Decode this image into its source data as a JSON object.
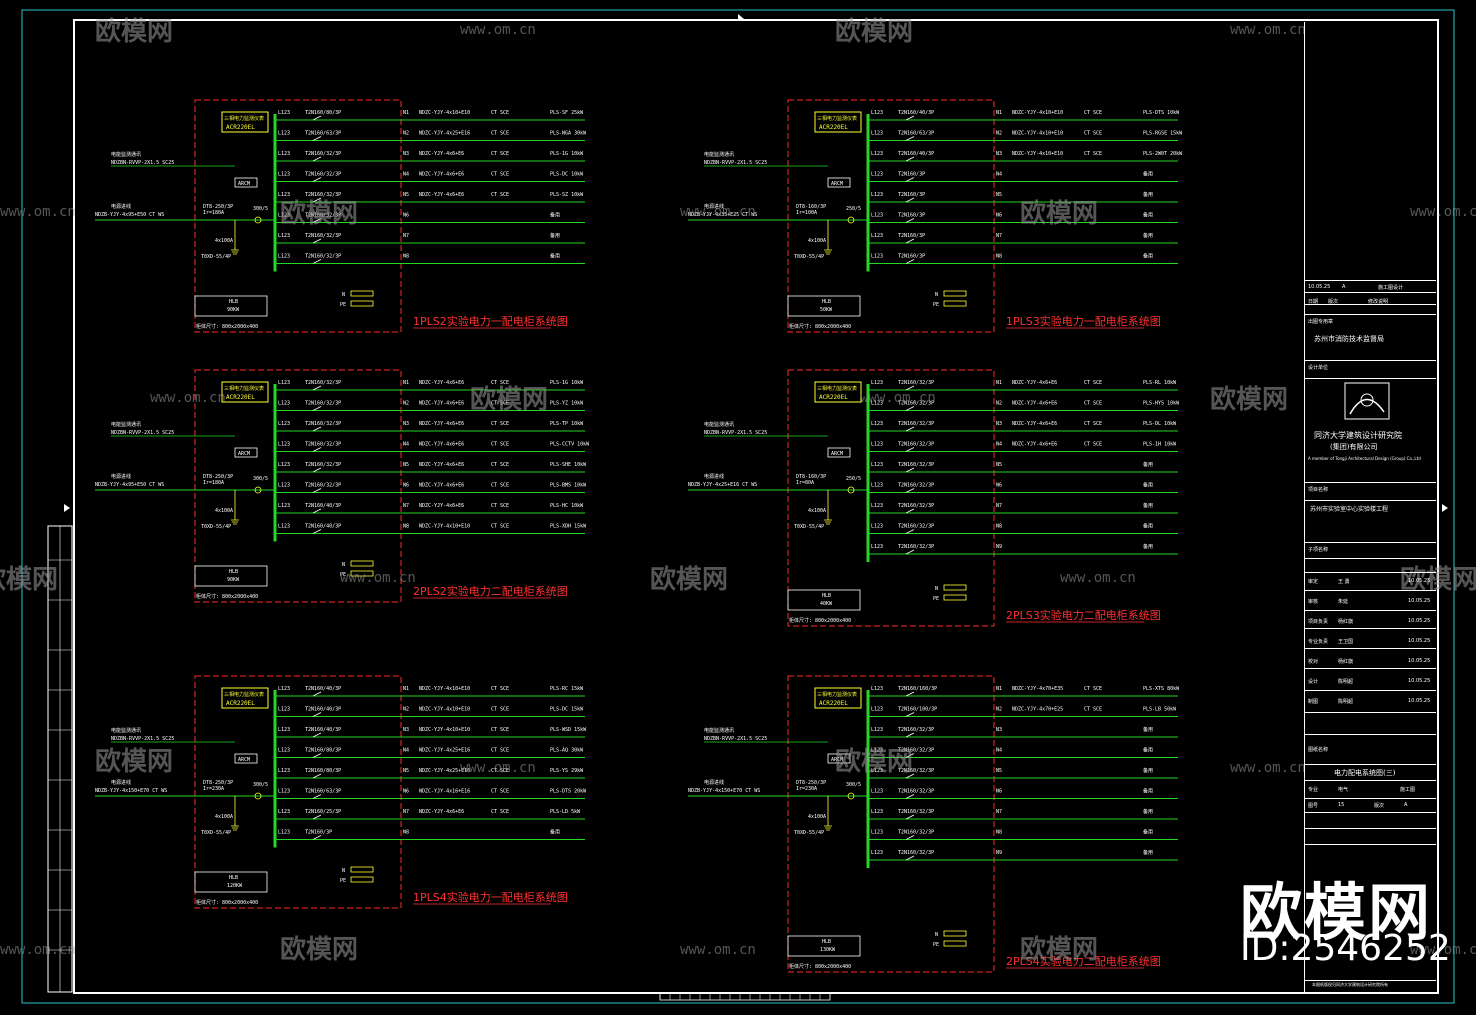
{
  "colors": {
    "background": "#000000",
    "panel_border": "#ff2a2a",
    "bus": "#22d822",
    "device": "#ffffff",
    "device_label": "#ffff33",
    "title_red": "#ff3030",
    "cyan_frame": "#29c3c9",
    "frame": "#ffffff",
    "watermark": "#9a9a9a"
  },
  "panels": [
    {
      "id": "1PLS2",
      "title": "1PLS2实验电力一配电柜系统图",
      "meter_box": "三相电力监测仪表",
      "meter_model": "ACR220EL",
      "cable_in_label": "电源进线",
      "cable_in": "NDZB-YJY-4x95+E50 CT WS",
      "control_label": "电能监测通讯",
      "control_cable": "NDZBN-RVVP-2X1.5 SC25",
      "main_breaker": "DT8-250/3P",
      "main_ir": "Ir=180A",
      "ct": "300/5",
      "fuse": "4x100A",
      "spd": "T0XD-55/4P",
      "arcm": "ARCM",
      "power": "90KW",
      "size_note": "柜体尺寸: 800x2000x400",
      "circuits": [
        {
          "phase": "L123",
          "breaker": "T2N160/80/3P",
          "n": "N1",
          "cable": "NDZC-YJY-4x10+E10",
          "conduit": "CT SCE",
          "load": "PLS-SF 25kW"
        },
        {
          "phase": "L123",
          "breaker": "T2N160/63/3P",
          "n": "N2",
          "cable": "NDZC-YJY-4x25+E16",
          "conduit": "CT SCE",
          "load": "PLS-NGA 30kW"
        },
        {
          "phase": "L123",
          "breaker": "T2N160/32/3P",
          "n": "N3",
          "cable": "NDZC-YJY-4x6+E6",
          "conduit": "CT SCE",
          "load": "PLS-1G 10kW"
        },
        {
          "phase": "L123",
          "breaker": "T2N160/32/3P",
          "n": "N4",
          "cable": "NDZC-YJY-4x6+E6",
          "conduit": "CT SCE",
          "load": "PLS-DC 10kW"
        },
        {
          "phase": "L123",
          "breaker": "T2N160/32/3P",
          "n": "N5",
          "cable": "NDZC-YJY-4x6+E6",
          "conduit": "CT SCE",
          "load": "PLS-SZ 10kW"
        },
        {
          "phase": "L123",
          "breaker": "T2N160/32/3P",
          "n": "N6",
          "cable": "",
          "conduit": "",
          "load": "备用"
        },
        {
          "phase": "L123",
          "breaker": "T2N160/32/3P",
          "n": "N7",
          "cable": "",
          "conduit": "",
          "load": "备用"
        },
        {
          "phase": "L123",
          "breaker": "T2N160/32/3P",
          "n": "N8",
          "cable": "",
          "conduit": "",
          "load": "备用"
        }
      ]
    },
    {
      "id": "1PLS3",
      "title": "1PLS3实验电力一配电柜系统图",
      "meter_box": "三相电力监测仪表",
      "meter_model": "ACR220EL",
      "cable_in_label": "电源进线",
      "cable_in": "NDZB-YJY-4x35+E25 CT WS",
      "control_label": "电能监测通讯",
      "control_cable": "NDZBN-RVVP-2X1.5 SC25",
      "main_breaker": "DT8-160/3P",
      "main_ir": "Ir=100A",
      "ct": "250/5",
      "fuse": "4x100A",
      "spd": "T0XD-55/4P",
      "arcm": "ARCM",
      "power": "50KW",
      "size_note": "柜体尺寸: 800x2000x400",
      "circuits": [
        {
          "phase": "L123",
          "breaker": "T2N160/40/3P",
          "n": "N1",
          "cable": "NDZC-YJY-4x10+E10",
          "conduit": "CT SCE",
          "load": "PLS-DTS 10kW"
        },
        {
          "phase": "L123",
          "breaker": "T2N160/63/3P",
          "n": "N2",
          "cable": "NDZC-YJY-4x10+E10",
          "conduit": "CT SCE",
          "load": "PLS-RGSE 15kW"
        },
        {
          "phase": "L123",
          "breaker": "T2N160/40/3P",
          "n": "N3",
          "cable": "NDZC-YJY-4x10+E10",
          "conduit": "CT SCE",
          "load": "PLS-2W0T 20kW"
        },
        {
          "phase": "L123",
          "breaker": "T2N160/3P",
          "n": "N4",
          "cable": "",
          "conduit": "",
          "load": "备用"
        },
        {
          "phase": "L123",
          "breaker": "T2N160/3P",
          "n": "N5",
          "cable": "",
          "conduit": "",
          "load": "备用"
        },
        {
          "phase": "L123",
          "breaker": "T2N160/3P",
          "n": "N6",
          "cable": "",
          "conduit": "",
          "load": "备用"
        },
        {
          "phase": "L123",
          "breaker": "T2N160/3P",
          "n": "N7",
          "cable": "",
          "conduit": "",
          "load": "备用"
        },
        {
          "phase": "L123",
          "breaker": "T2N160/3P",
          "n": "N8",
          "cable": "",
          "conduit": "",
          "load": "备用"
        }
      ]
    },
    {
      "id": "2PLS2",
      "title": "2PLS2实验电力二配电柜系统图",
      "meter_box": "三相电力监测仪表",
      "meter_model": "ACR220EL",
      "cable_in_label": "电源进线",
      "cable_in": "NDZB-YJY-4x95+E50 CT WS",
      "control_label": "电能监测通讯",
      "control_cable": "NDZBN-RVVP-2X1.5 SC25",
      "main_breaker": "DT8-250/3P",
      "main_ir": "Ir=180A",
      "ct": "300/5",
      "fuse": "4x100A",
      "spd": "T0XD-55/4P",
      "arcm": "ARCM",
      "power": "90KW",
      "size_note": "柜体尺寸: 800x2000x400",
      "circuits": [
        {
          "phase": "L123",
          "breaker": "T2N160/32/3P",
          "n": "N1",
          "cable": "NDZC-YJY-4x6+E6",
          "conduit": "CT SCE",
          "load": "PLS-1G 10kW"
        },
        {
          "phase": "L123",
          "breaker": "T2N160/32/3P",
          "n": "N2",
          "cable": "NDZC-YJY-4x6+E6",
          "conduit": "CT SCE",
          "load": "PLS-YZ 10kW"
        },
        {
          "phase": "L123",
          "breaker": "T2N160/32/3P",
          "n": "N3",
          "cable": "NDZC-YJY-4x6+E6",
          "conduit": "CT SCE",
          "load": "PLS-TP 10kW"
        },
        {
          "phase": "L123",
          "breaker": "T2N160/32/3P",
          "n": "N4",
          "cable": "NDZC-YJY-4x6+E6",
          "conduit": "CT SCE",
          "load": "PLS-CCTV 10kW"
        },
        {
          "phase": "L123",
          "breaker": "T2N160/32/3P",
          "n": "N5",
          "cable": "NDZC-YJY-4x6+E6",
          "conduit": "CT SCE",
          "load": "PLS-SHE 10kW"
        },
        {
          "phase": "L123",
          "breaker": "T2N160/32/3P",
          "n": "N6",
          "cable": "NDZC-YJY-4x6+E6",
          "conduit": "CT SCE",
          "load": "PLS-BMS 10kW"
        },
        {
          "phase": "L123",
          "breaker": "T2N160/40/3P",
          "n": "N7",
          "cable": "NDZC-YJY-4x6+E6",
          "conduit": "CT SCE",
          "load": "PLS-HC 10kW"
        },
        {
          "phase": "L123",
          "breaker": "T2N160/40/3P",
          "n": "N8",
          "cable": "NDZC-YJY-4x10+E10",
          "conduit": "CT SCE",
          "load": "PLS-XDH 15kW"
        }
      ]
    },
    {
      "id": "2PLS3",
      "title": "2PLS3实验电力二配电柜系统图",
      "meter_box": "三相电力监测仪表",
      "meter_model": "ACR220EL",
      "cable_in_label": "电源进线",
      "cable_in": "NDZB-YJY-4x25+E16 CT WS",
      "control_label": "电能监测通讯",
      "control_cable": "NDZBN-RVVP-2X1.5 SC25",
      "main_breaker": "DT8-160/3P",
      "main_ir": "Ir=80A",
      "ct": "250/5",
      "fuse": "4x100A",
      "spd": "T0XD-55/4P",
      "arcm": "ARCM",
      "power": "40KW",
      "size_note": "柜体尺寸: 800x2000x400",
      "circuits": [
        {
          "phase": "L123",
          "breaker": "T2N160/32/3P",
          "n": "N1",
          "cable": "NDZC-YJY-4x6+E6",
          "conduit": "CT SCE",
          "load": "PLS-RL 10kW"
        },
        {
          "phase": "L123",
          "breaker": "T2N160/32/3P",
          "n": "N2",
          "cable": "NDZC-YJY-4x6+E6",
          "conduit": "CT SCE",
          "load": "PLS-HYS 10kW"
        },
        {
          "phase": "L123",
          "breaker": "T2N160/32/3P",
          "n": "N3",
          "cable": "NDZC-YJY-4x6+E6",
          "conduit": "CT SCE",
          "load": "PLS-DL 10kW"
        },
        {
          "phase": "L123",
          "breaker": "T2N160/32/3P",
          "n": "N4",
          "cable": "NDZC-YJY-4x6+E6",
          "conduit": "CT SCE",
          "load": "PLS-1H 10kW"
        },
        {
          "phase": "L123",
          "breaker": "T2N160/32/3P",
          "n": "N5",
          "cable": "",
          "conduit": "",
          "load": "备用"
        },
        {
          "phase": "L123",
          "breaker": "T2N160/32/3P",
          "n": "N6",
          "cable": "",
          "conduit": "",
          "load": "备用"
        },
        {
          "phase": "L123",
          "breaker": "T2N160/32/3P",
          "n": "N7",
          "cable": "",
          "conduit": "",
          "load": "备用"
        },
        {
          "phase": "L123",
          "breaker": "T2N160/32/3P",
          "n": "N8",
          "cable": "",
          "conduit": "",
          "load": "备用"
        },
        {
          "phase": "L123",
          "breaker": "T2N160/32/3P",
          "n": "N9",
          "cable": "",
          "conduit": "",
          "load": "备用"
        }
      ]
    },
    {
      "id": "1PLS4",
      "title": "1PLS4实验电力一配电柜系统图",
      "meter_box": "三相电力监测仪表",
      "meter_model": "ACR220EL",
      "cable_in_label": "电源进线",
      "cable_in": "NDZB-YJY-4x150+E70 CT WS",
      "control_label": "电能监测通讯",
      "control_cable": "NDZBN-RVVP-2X1.5 SC25",
      "main_breaker": "DT8-250/3P",
      "main_ir": "Ir=230A",
      "ct": "300/5",
      "fuse": "4x100A",
      "spd": "T0XD-55/4P",
      "arcm": "ARCM",
      "power": "120KW",
      "size_note": "柜体尺寸: 800x2000x400",
      "circuits": [
        {
          "phase": "L123",
          "breaker": "T2N160/40/3P",
          "n": "N1",
          "cable": "NDZC-YJY-4x10+E10",
          "conduit": "CT SCE",
          "load": "PLS-RC 15kW"
        },
        {
          "phase": "L123",
          "breaker": "T2N160/40/3P",
          "n": "N2",
          "cable": "NDZC-YJY-4x10+E10",
          "conduit": "CT SCE",
          "load": "PLS-DC 15kW"
        },
        {
          "phase": "L123",
          "breaker": "T2N160/40/3P",
          "n": "N3",
          "cable": "NDZC-YJY-4x10+E10",
          "conduit": "CT SCE",
          "load": "PLS-WSD 15kW"
        },
        {
          "phase": "L123",
          "breaker": "T2N160/80/3P",
          "n": "N4",
          "cable": "NDZC-YJY-4x25+E16",
          "conduit": "CT SCE",
          "load": "PLS-AQ 30kW"
        },
        {
          "phase": "L123",
          "breaker": "T2N160/80/3P",
          "n": "N5",
          "cable": "NDZC-YJY-4x25+E16",
          "conduit": "CT SCE",
          "load": "PLS-YS 29kW"
        },
        {
          "phase": "L123",
          "breaker": "T2N160/63/3P",
          "n": "N6",
          "cable": "NDZC-YJY-4x16+E16",
          "conduit": "CT SCE",
          "load": "PLS-DTS 20kW"
        },
        {
          "phase": "L123",
          "breaker": "T2N160/25/3P",
          "n": "N7",
          "cable": "NDZC-YJY-4x6+E6",
          "conduit": "CT SCE",
          "load": "PLS-LD 5kW"
        },
        {
          "phase": "L123",
          "breaker": "T2N160/3P",
          "n": "N8",
          "cable": "",
          "conduit": "",
          "load": "备用"
        }
      ]
    },
    {
      "id": "2PLS4",
      "title": "2PLS4实验电力二配电柜系统图",
      "meter_box": "三相电力监测仪表",
      "meter_model": "ACR220EL",
      "cable_in_label": "电源进线",
      "cable_in": "NDZB-YJY-4x150+E70 CT WS",
      "control_label": "电能监测通讯",
      "control_cable": "NDZBN-RVVP-2X1.5 SC25",
      "main_breaker": "DT8-250/3P",
      "main_ir": "Ir=230A",
      "ct": "300/5",
      "fuse": "4x100A",
      "spd": "T0XD-55/4P",
      "arcm": "ARCM",
      "power": "130KW",
      "size_note": "柜体尺寸: 800x2000x400",
      "circuits": [
        {
          "phase": "L123",
          "breaker": "T2N160/160/3P",
          "n": "N1",
          "cable": "NDZC-YJY-4x70+E35",
          "conduit": "CT SCE",
          "load": "PLS-XTS 80kW"
        },
        {
          "phase": "L123",
          "breaker": "T2N160/100/3P",
          "n": "N2",
          "cable": "NDZC-YJY-4x70+E25",
          "conduit": "CT SCE",
          "load": "PLS-LB 50kW"
        },
        {
          "phase": "L123",
          "breaker": "T2N160/32/3P",
          "n": "N3",
          "cable": "",
          "conduit": "",
          "load": "备用"
        },
        {
          "phase": "L123",
          "breaker": "T2N160/32/3P",
          "n": "N4",
          "cable": "",
          "conduit": "",
          "load": "备用"
        },
        {
          "phase": "L123",
          "breaker": "T2N160/32/3P",
          "n": "N5",
          "cable": "",
          "conduit": "",
          "load": "备用"
        },
        {
          "phase": "L123",
          "breaker": "T2N160/32/3P",
          "n": "N6",
          "cable": "",
          "conduit": "",
          "load": "备用"
        },
        {
          "phase": "L123",
          "breaker": "T2N160/32/3P",
          "n": "N7",
          "cable": "",
          "conduit": "",
          "load": "备用"
        },
        {
          "phase": "L123",
          "breaker": "T2N160/32/3P",
          "n": "N8",
          "cable": "",
          "conduit": "",
          "load": "备用"
        },
        {
          "phase": "L123",
          "breaker": "T2N160/32/3P",
          "n": "N9",
          "cable": "",
          "conduit": "",
          "load": "备用"
        }
      ]
    }
  ],
  "title_block": {
    "rev_date": "10.05.25",
    "rev_mark": "A",
    "rev_desc": "施工图设计",
    "rev_head_date": "日期",
    "rev_head_ver": "版次",
    "rev_head_desc": "修改说明",
    "stamp_label": "出图专用章",
    "approval": "苏州市消防技术监督局",
    "design_unit_label": "设计单位",
    "firm_name": "同济大学建筑设计研究院",
    "firm_sub": "(集团)有限公司",
    "firm_en": "A member of Tongji Architectural Design (Group) Co.,Ltd",
    "project_label": "项目名称",
    "project_name": "苏州市实验室中心实验楼工程",
    "sub_project": "子项名称",
    "drawing_title": "电力配电系统图(三)",
    "drawing_title_label": "图纸名称",
    "scale_label": "专业",
    "scale": "电气",
    "sheet_no_label": "图号",
    "sheet_no": "15",
    "version_label": "版次",
    "version": "A",
    "stage": "施工图",
    "rows": [
      {
        "role": "审定",
        "name": "王 勇",
        "date": "10.05.25"
      },
      {
        "role": "审核",
        "name": "朱延",
        "date": "10.05.25"
      },
      {
        "role": "项目负责",
        "name": "杨红旗",
        "date": "10.05.25"
      },
      {
        "role": "专业负责",
        "name": "王卫国",
        "date": "10.05.25"
      },
      {
        "role": "校对",
        "name": "杨红旗",
        "date": "10.05.25"
      },
      {
        "role": "设计",
        "name": "陈明超",
        "date": "10.05.25"
      },
      {
        "role": "制图",
        "name": "陈明超",
        "date": "10.05.25"
      }
    ],
    "footer": "本图纸版权归同济大学建筑设计研究院所有"
  },
  "watermark": {
    "brand": "欧模网",
    "url": "www.om.cn",
    "id": "ID:2546252"
  }
}
